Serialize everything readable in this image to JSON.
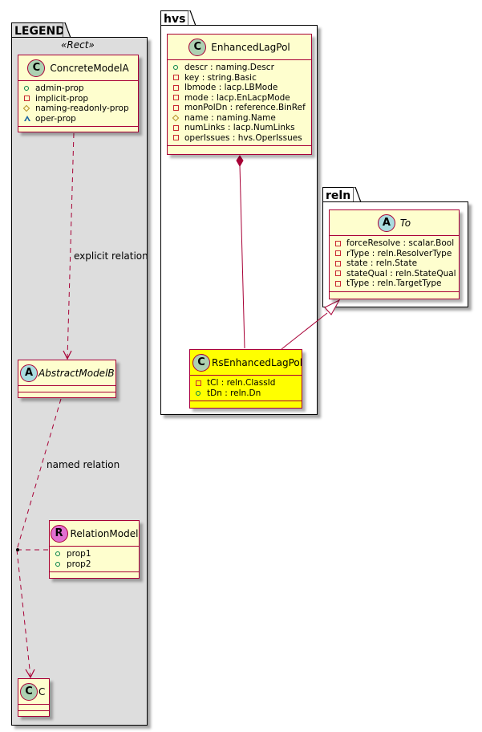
{
  "packages": {
    "legend": {
      "label": "LEGEND",
      "stereotype": "«Rect»"
    },
    "hvs": {
      "label": "hvs"
    },
    "reln": {
      "label": "reln"
    }
  },
  "classes": {
    "concrete_model_a": {
      "badge": "C",
      "name": "ConcreteModelA",
      "attrs": [
        {
          "vis": "public",
          "text": "admin-prop"
        },
        {
          "vis": "private",
          "text": "implicit-prop"
        },
        {
          "vis": "protected",
          "text": "naming-readonly-prop"
        },
        {
          "vis": "package",
          "text": "oper-prop"
        }
      ]
    },
    "abstract_model_b": {
      "badge": "A",
      "name": "AbstractModelB",
      "attrs": []
    },
    "relation_model": {
      "badge": "R",
      "name": "RelationModel",
      "attrs": [
        {
          "vis": "public",
          "text": "prop1"
        },
        {
          "vis": "public",
          "text": "prop2"
        }
      ]
    },
    "c": {
      "badge": "C",
      "name": "C",
      "attrs": []
    },
    "enhanced_lag_pol": {
      "badge": "C",
      "name": "EnhancedLagPol",
      "attrs": [
        {
          "vis": "public",
          "text": "descr : naming.Descr"
        },
        {
          "vis": "private",
          "text": "key : string.Basic"
        },
        {
          "vis": "private",
          "text": "lbmode : lacp.LBMode"
        },
        {
          "vis": "private",
          "text": "mode : lacp.EnLacpMode"
        },
        {
          "vis": "private",
          "text": "monPolDn : reference.BinRef"
        },
        {
          "vis": "protected",
          "text": "name : naming.Name"
        },
        {
          "vis": "private",
          "text": "numLinks : lacp.NumLinks"
        },
        {
          "vis": "private",
          "text": "operIssues : hvs.OperIssues"
        }
      ]
    },
    "rs_enhanced_lag_pol": {
      "badge": "C",
      "name": "RsEnhancedLagPol",
      "highlight": "#FFFF00",
      "attrs": [
        {
          "vis": "private",
          "text": "tCl : reln.ClassId"
        },
        {
          "vis": "public",
          "text": "tDn : reln.Dn"
        }
      ]
    },
    "to": {
      "badge": "A",
      "name": "To",
      "attrs": [
        {
          "vis": "private",
          "text": "forceResolve : scalar.Bool"
        },
        {
          "vis": "private",
          "text": "rType : reln.ResolverType"
        },
        {
          "vis": "private",
          "text": "state : reln.State"
        },
        {
          "vis": "private",
          "text": "stateQual : reln.StateQual"
        },
        {
          "vis": "private",
          "text": "tType : reln.TargetType"
        }
      ]
    }
  },
  "relations": [
    {
      "from": "ConcreteModelA",
      "to": "AbstractModelB",
      "type": "dependency",
      "label": "explicit relation"
    },
    {
      "from": "AbstractModelB",
      "to": "C",
      "type": "dependency",
      "label": "named relation",
      "association_class": "RelationModel"
    },
    {
      "from": "EnhancedLagPol",
      "to": "RsEnhancedLagPol",
      "type": "composition",
      "label": ""
    },
    {
      "from": "RsEnhancedLagPol",
      "to": "To",
      "type": "generalization",
      "label": ""
    }
  ],
  "colors": {
    "class_fill": "#FEFECE",
    "class_border": "#A80036",
    "highlight_fill": "#FFFF00",
    "legend_fill": "#DDDDDD",
    "arrow": "#A80036"
  }
}
